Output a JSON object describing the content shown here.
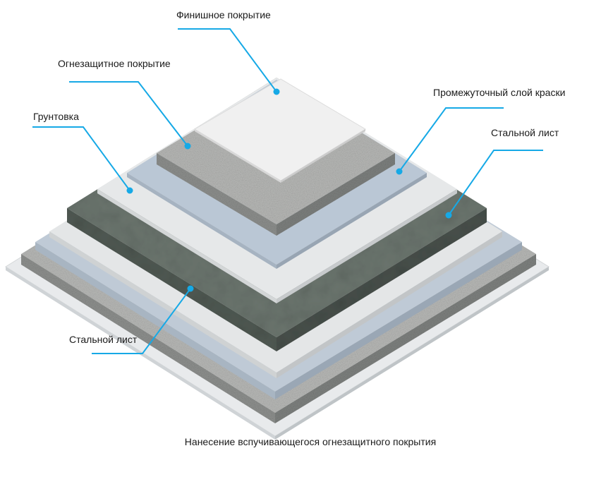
{
  "labels": {
    "finish": "Финишное покрытие",
    "fire": "Огнезащитное покрытие",
    "intermediate": "Промежуточный слой краски",
    "primer": "Грунтовка",
    "steel_right": "Стальной лист",
    "steel_left": "Стальной лист"
  },
  "caption": "Нанесение вспучивающегося огнезащитного покрытия",
  "colors": {
    "leader": "#16a9e6",
    "steel": "#e9ecee",
    "foam": "#a9aaa8",
    "blue": "#bcc9d6",
    "white": "#e4e6e7",
    "dark": "#5d6760",
    "finish": "#efefef"
  }
}
